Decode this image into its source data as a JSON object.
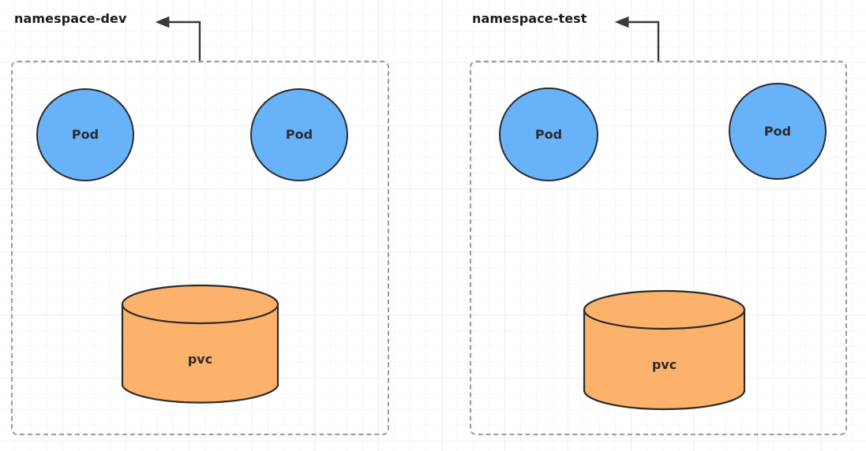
{
  "diagram": {
    "title": "kubernetes-namespaces-pvc-diagram",
    "colors": {
      "pod_fill": "#68b2fa",
      "pvc_fill": "#fcb26b",
      "shape_stroke": "#2b2b2b",
      "namespace_border": "#9b9b9b",
      "grid_minor": "#f6f6f6",
      "grid_major": "#ededed",
      "text": "#1b1b1b"
    },
    "namespaces": [
      {
        "id": "dev",
        "label": "namespace-dev",
        "pods": [
          {
            "label": "Pod"
          },
          {
            "label": "Pod"
          }
        ],
        "storage": {
          "label": "pvc"
        }
      },
      {
        "id": "test",
        "label": "namespace-test",
        "pods": [
          {
            "label": "Pod"
          },
          {
            "label": "Pod"
          }
        ],
        "storage": {
          "label": "pvc"
        }
      }
    ]
  }
}
